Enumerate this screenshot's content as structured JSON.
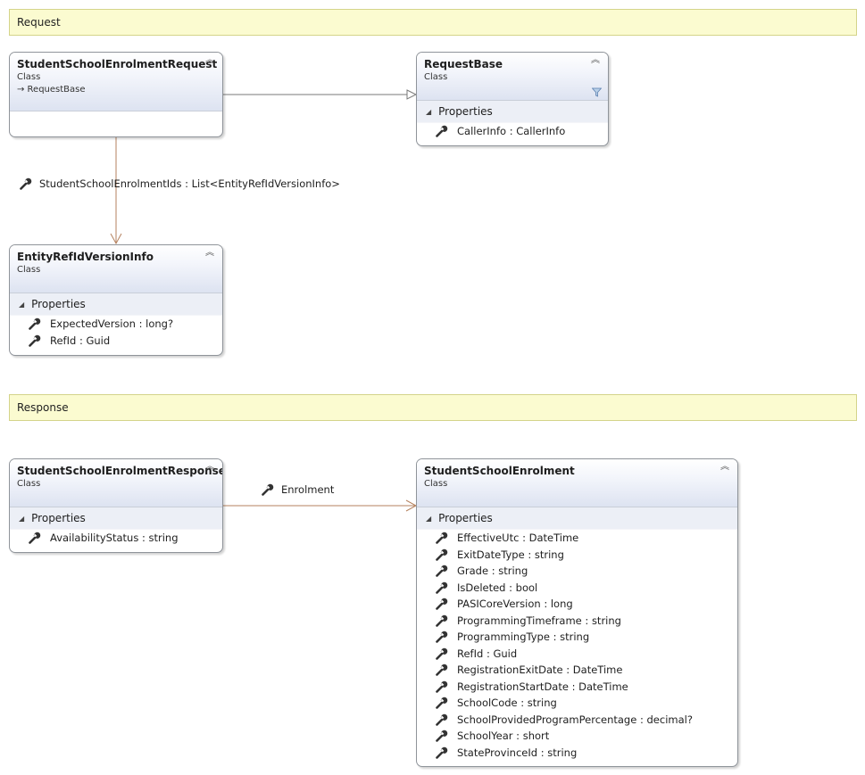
{
  "comments": {
    "request": "Request",
    "response": "Response"
  },
  "classes": {
    "student_school_enrolment_request": {
      "name": "StudentSchoolEnrolmentRequest",
      "kind": "Class",
      "base": "→ RequestBase"
    },
    "request_base": {
      "name": "RequestBase",
      "kind": "Class",
      "compartment": "Properties",
      "members": [
        "CallerInfo : CallerInfo"
      ]
    },
    "entity_ref_id_version_info": {
      "name": "EntityRefIdVersionInfo",
      "kind": "Class",
      "compartment": "Properties",
      "members": [
        "ExpectedVersion : long?",
        "RefId : Guid"
      ]
    },
    "student_school_enrolment_response": {
      "name": "StudentSchoolEnrolmentResponse",
      "kind": "Class",
      "compartment": "Properties",
      "members": [
        "AvailabilityStatus : string"
      ]
    },
    "student_school_enrolment": {
      "name": "StudentSchoolEnrolment",
      "kind": "Class",
      "compartment": "Properties",
      "members": [
        "EffectiveUtc : DateTime",
        "ExitDateType : string",
        "Grade : string",
        "IsDeleted : bool",
        "PASICoreVersion : long",
        "ProgrammingTimeframe : string",
        "ProgrammingType : string",
        "RefId : Guid",
        "RegistrationExitDate : DateTime",
        "RegistrationStartDate : DateTime",
        "SchoolCode : string",
        "SchoolProvidedProgramPercentage : decimal?",
        "SchoolYear : short",
        "StateProvinceId : string"
      ]
    }
  },
  "associations": {
    "enrolment_ids": "StudentSchoolEnrolmentIds : List<EntityRefIdVersionInfo>",
    "enrolment": "Enrolment"
  },
  "icons": {
    "collapse": "double-chevron-up-icon",
    "member": "wrench-icon",
    "filter": "filter-icon"
  },
  "colors": {
    "comment_fill": "#fbfbd0",
    "association_line": "#b5825f",
    "inheritance_line": "#7a7a7a",
    "header_gradient_end": "#dde3f1"
  }
}
